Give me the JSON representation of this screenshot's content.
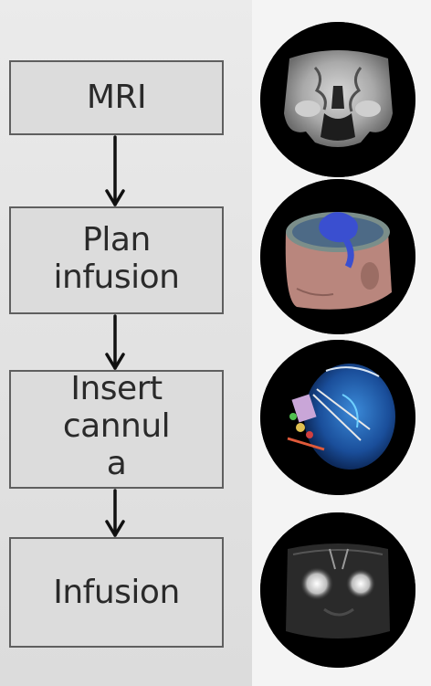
{
  "flowchart": {
    "steps": [
      {
        "label": "MRI"
      },
      {
        "label": "Plan\ninfusion"
      },
      {
        "label": "Insert\ncannul\na"
      },
      {
        "label": "Infusion"
      }
    ]
  },
  "thumbnails": [
    {
      "icon": "mri-coronal-brain-scan"
    },
    {
      "icon": "3d-head-render-with-infusion-plan"
    },
    {
      "icon": "cannula-insertion-3d-render"
    },
    {
      "icon": "infusion-mri-result-scan"
    }
  ]
}
